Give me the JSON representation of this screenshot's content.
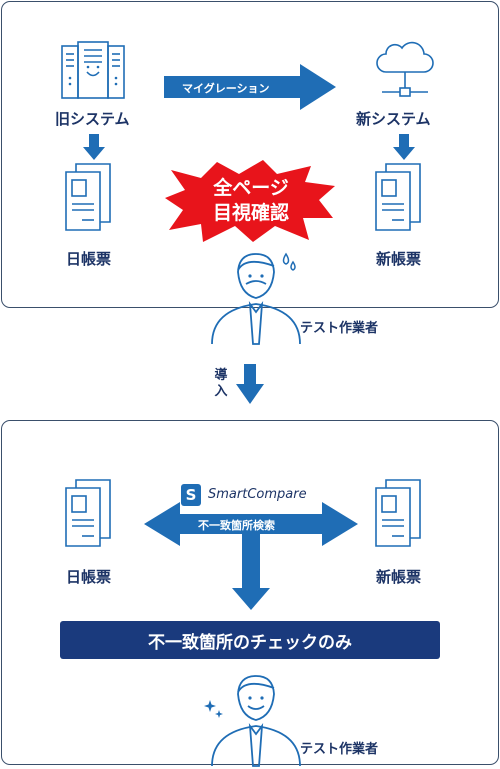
{
  "before": {
    "old_system": "旧システム",
    "new_system": "新システム",
    "migration": "マイグレーション",
    "old_form": "日帳票",
    "new_form": "新帳票",
    "burst_line1": "全ページ",
    "burst_line2": "目視確認",
    "tester": "テスト作業者"
  },
  "introduce": "導入",
  "after": {
    "logo_text": "SmartCompare",
    "logo_letter": "S",
    "search": "不一致箇所検索",
    "old_form": "日帳票",
    "new_form": "新帳票",
    "result": "不一致箇所のチェックのみ",
    "tester": "テスト作業者"
  },
  "colors": {
    "navy": "#1d3466",
    "blue": "#1f6db5",
    "red": "#e8141b",
    "banner": "#1a3a7d"
  }
}
